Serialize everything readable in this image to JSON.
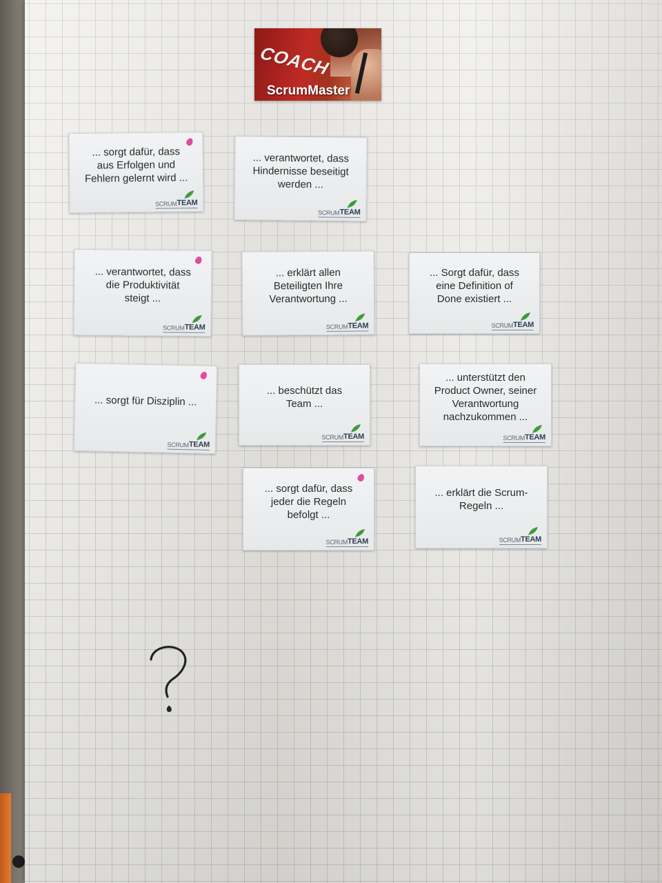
{
  "header_card": {
    "badge": "COACH",
    "title": "ScrumMaster"
  },
  "logo": {
    "prefix": "SCRUM",
    "suffix": "TEAM"
  },
  "cards": [
    {
      "id": "c1",
      "text": "... sorgt dafür, dass\naus Erfolgen und\nFehlern gelernt wird ...",
      "marked": true
    },
    {
      "id": "c2",
      "text": "... verantwortet, dass\nHindernisse beseitigt\nwerden ...",
      "marked": false
    },
    {
      "id": "c3",
      "text": "... verantwortet, dass\ndie Produktivität\nsteigt ...",
      "marked": true
    },
    {
      "id": "c4",
      "text": "... erklärt allen\nBeteiligten Ihre\nVerantwortung ...",
      "marked": false
    },
    {
      "id": "c5",
      "text": "... Sorgt dafür, dass\neine Definition of\nDone existiert ...",
      "marked": false
    },
    {
      "id": "c6",
      "text": "... sorgt für Disziplin ...",
      "marked": true
    },
    {
      "id": "c7",
      "text": "... beschützt das\nTeam ...",
      "marked": false
    },
    {
      "id": "c8",
      "text": "... unterstützt den\nProduct Owner, seiner\nVerantwortung\nnachzukommen ...",
      "marked": false
    },
    {
      "id": "c9",
      "text": "... sorgt dafür, dass\njeder die Regeln\nbefolgt ...",
      "marked": true
    },
    {
      "id": "c10",
      "text": "... erklärt die Scrum-\nRegeln ...",
      "marked": false
    }
  ],
  "colors": {
    "marker_dot": "#e0379a",
    "card_text": "#2b2b2b",
    "logo_leaf": "#3e9b3a"
  },
  "handwritten_mark": "?"
}
